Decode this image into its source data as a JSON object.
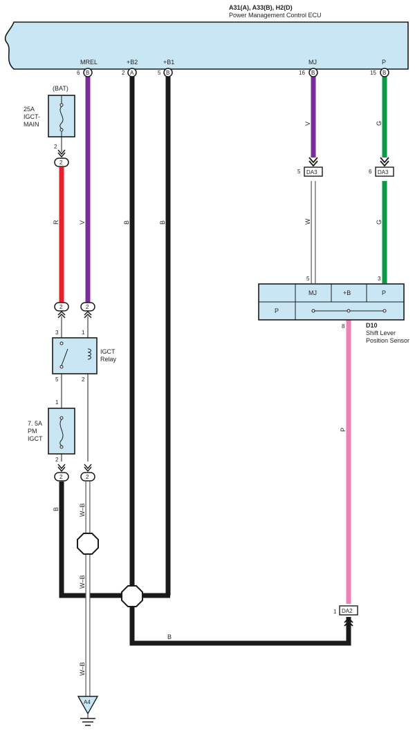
{
  "ecu": {
    "connectors": "A31(A), A33(B), H2(D)",
    "name": "Power Management Control ECU",
    "terminals": [
      {
        "name": "MREL",
        "pin": "6",
        "conn": "B"
      },
      {
        "name": "+B2",
        "pin": "2",
        "conn": "A"
      },
      {
        "name": "+B1",
        "pin": "5",
        "conn": "B"
      },
      {
        "name": "MJ",
        "pin": "16",
        "conn": "B"
      },
      {
        "name": "P",
        "pin": "15",
        "conn": "B"
      }
    ]
  },
  "fuse_main": {
    "source": "(BAT)",
    "label": "25A\nIGCT-\nMAIN",
    "pin_out": "2"
  },
  "fuse_pm": {
    "label": "7. 5A\nPM\nIGCT",
    "pin_in": "1",
    "pin_out": "2"
  },
  "relay": {
    "label": "IGCT\nRelay",
    "pins": {
      "left_top": "3",
      "right_top": "1",
      "left_bottom": "5",
      "right_bottom": "2"
    }
  },
  "junction_pin": "2",
  "sensor": {
    "id": "D10",
    "name": "Shift Lever\nPosition Sensor",
    "headers": [
      "MJ",
      "+B",
      "P"
    ],
    "row_label": "P",
    "pin_mj": "5",
    "pin_p": "3",
    "pin_b": "8"
  },
  "connectors": {
    "da3_mj": {
      "id": "DA3",
      "pin": "5"
    },
    "da3_p": {
      "id": "DA3",
      "pin": "6"
    },
    "da2": {
      "id": "DA2",
      "pin": "1"
    }
  },
  "ground": {
    "id": "A4"
  },
  "wires": {
    "mrel": {
      "color": "V",
      "hex": "#7b2d9b"
    },
    "fuse": {
      "color": "R",
      "hex": "#e8202a"
    },
    "b2": {
      "color": "B",
      "hex": "#1a1a1a"
    },
    "b1": {
      "color": "B",
      "hex": "#1a1a1a"
    },
    "mj_top": {
      "color": "V",
      "hex": "#7b2d9b"
    },
    "mj_bottom": {
      "color": "W",
      "hex": "#ffffff"
    },
    "p_top": {
      "color": "G",
      "hex": "#0a9a48"
    },
    "p_bottom": {
      "color": "G",
      "hex": "#0a9a48"
    },
    "fuse_out": {
      "color": "B",
      "hex": "#1a1a1a"
    },
    "ground": {
      "color": "W–B",
      "hex": "#ffffff"
    },
    "sensor_b": {
      "color": "P",
      "hex": "#ee82b4"
    },
    "bottom": {
      "color": "B",
      "hex": "#1a1a1a"
    }
  }
}
